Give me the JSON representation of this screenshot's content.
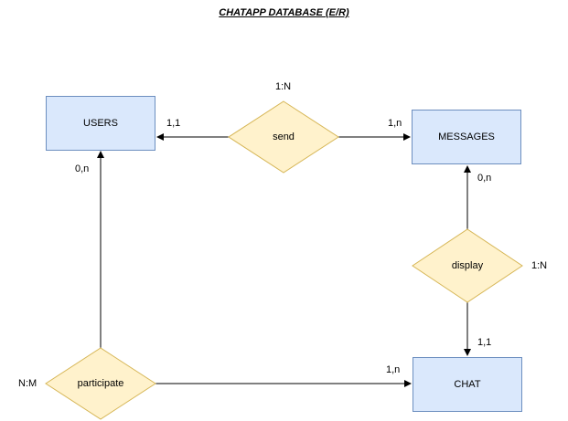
{
  "title": "CHATAPP DATABASE (E/R)",
  "colors": {
    "entity_fill": "#dae8fc",
    "entity_stroke": "#6c8ebf",
    "relationship_fill": "#fff2cc",
    "relationship_stroke": "#d6b656",
    "line": "#000000"
  },
  "entities": {
    "users": "USERS",
    "messages": "MESSAGES",
    "chat": "CHAT"
  },
  "relationships": {
    "send": {
      "label": "send",
      "cardinality": "1:N"
    },
    "display": {
      "label": "display",
      "cardinality": "1:N"
    },
    "participate": {
      "label": "participate",
      "cardinality": "N:M"
    }
  },
  "cardinalities": {
    "send_users": "1,1",
    "send_messages": "1,n",
    "display_messages": "0,n",
    "display_chat": "1,1",
    "participate_users": "0,n",
    "participate_chat": "1,n"
  }
}
